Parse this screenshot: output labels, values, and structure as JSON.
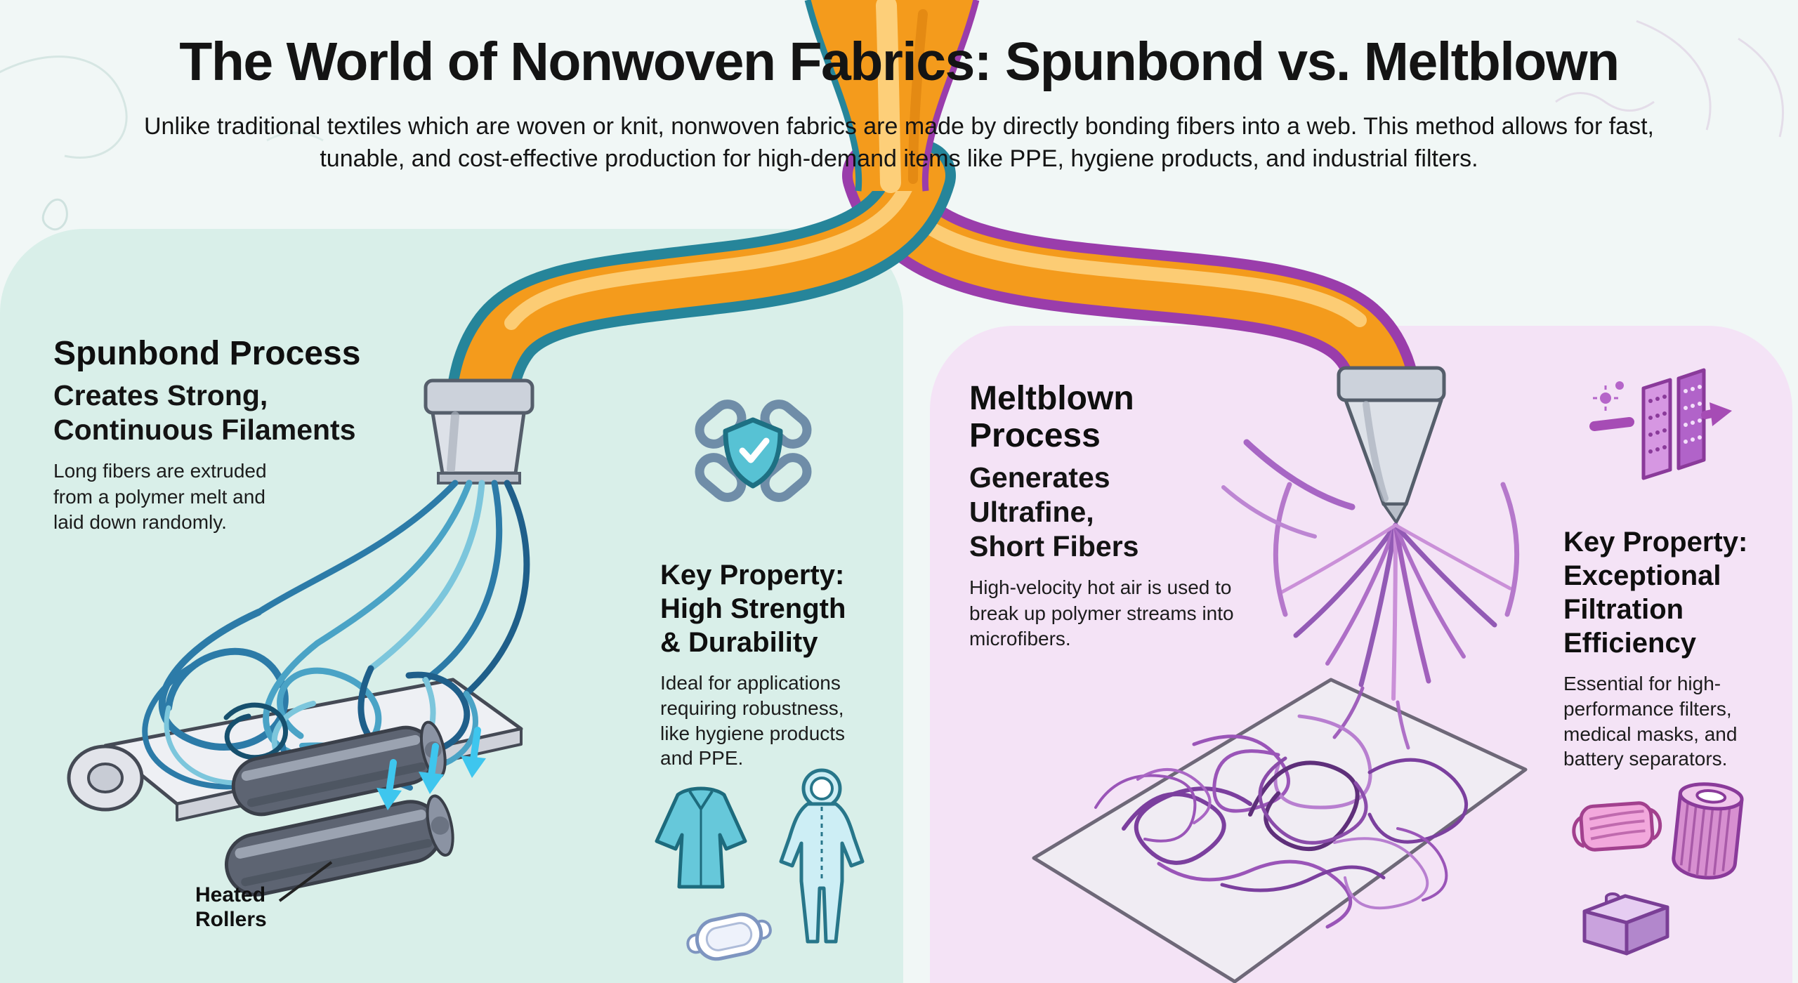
{
  "palette": {
    "background": "#f1f7f6",
    "spunbond_panel": "#d9efe9",
    "meltblown_panel": "#f4e3f6",
    "pipe_orange": "#f49b1c",
    "pipe_highlight": "#fdd27e",
    "spunbond_accent": "#26859a",
    "meltblown_accent": "#9a3dab",
    "fiber_blue": "#2c7ba8",
    "fiber_purple": "#8a4caa",
    "arrow_cyan": "#3ec6ee"
  },
  "header": {
    "title": "The World of Nonwoven Fabrics: Spunbond vs. Meltblown",
    "intro": "Unlike traditional textiles which are woven or knit, nonwoven fabrics are made by directly bonding fibers into a web. This method allows for fast, tunable, and cost-effective production for high-demand items like PPE, hygiene products, and industrial filters."
  },
  "spunbond": {
    "heading": "Spunbond Process",
    "subheading": "Creates Strong, Continuous Filaments",
    "description": "Long fibers are extruded from a polymer melt and laid down randomly.",
    "machine_label": "Heated Rollers",
    "key_property": {
      "title": "Key Property: High Strength & Durability",
      "description": "Ideal for applications requiring robustness, like hygiene products and PPE."
    },
    "icons": [
      "chain-links-shield-icon",
      "medical-gown-icon",
      "protective-suit-icon",
      "sanitary-pad-icon"
    ]
  },
  "meltblown": {
    "heading": "Meltblown Process",
    "subheading": "Generates Ultrafine, Short Fibers",
    "description": "High-velocity hot air is used to break up polymer streams into microfibers.",
    "key_property": {
      "title": "Key Property: Exceptional Filtration Efficiency",
      "description": "Essential for high-performance filters, medical masks, and battery separators."
    },
    "icons": [
      "filtration-panels-icon",
      "face-mask-icon",
      "cylindrical-filter-icon",
      "battery-icon"
    ]
  }
}
